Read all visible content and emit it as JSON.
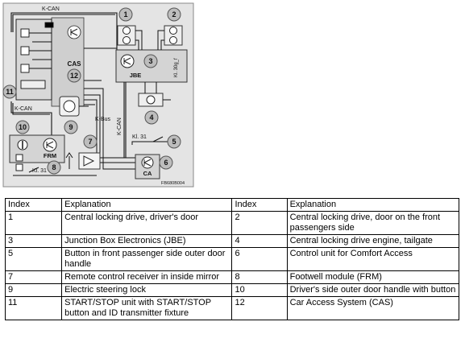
{
  "diagram": {
    "labels": {
      "kcan_top": "K-CAN",
      "kcan_left": "K-CAN",
      "kcan_mid": "K-CAN",
      "kbus": "K-Bus",
      "kl31_a": "Kl. 31",
      "kl31_b": "Kl. 31",
      "kl30g": "Kl. 30g_f",
      "cas": "CAS",
      "jbe": "JBE",
      "frm": "FRM",
      "ca": "CA",
      "figure_id": "FB680B004"
    },
    "callouts": [
      "1",
      "2",
      "3",
      "4",
      "5",
      "6",
      "7",
      "8",
      "9",
      "10",
      "11",
      "12"
    ]
  },
  "legend": {
    "headers": [
      "Index",
      "Explanation",
      "Index",
      "Explanation"
    ],
    "rows": [
      [
        "1",
        "Central locking drive, driver's door",
        "2",
        "Central locking drive, door on the front passengers side"
      ],
      [
        "3",
        "Junction Box Electronics (JBE)",
        "4",
        "Central locking drive engine, tailgate"
      ],
      [
        "5",
        "Button in front passenger side outer door handle",
        "6",
        "Control unit for Comfort Access"
      ],
      [
        "7",
        "Remote control receiver in inside mirror",
        "8",
        "Footwell module (FRM)"
      ],
      [
        "9",
        "Electric steering lock",
        "10",
        "Driver's side outer door handle with button"
      ],
      [
        "11",
        "START/STOP unit with START/STOP button and ID transmitter fixture",
        "12",
        "Car Access System (CAS)"
      ]
    ]
  }
}
